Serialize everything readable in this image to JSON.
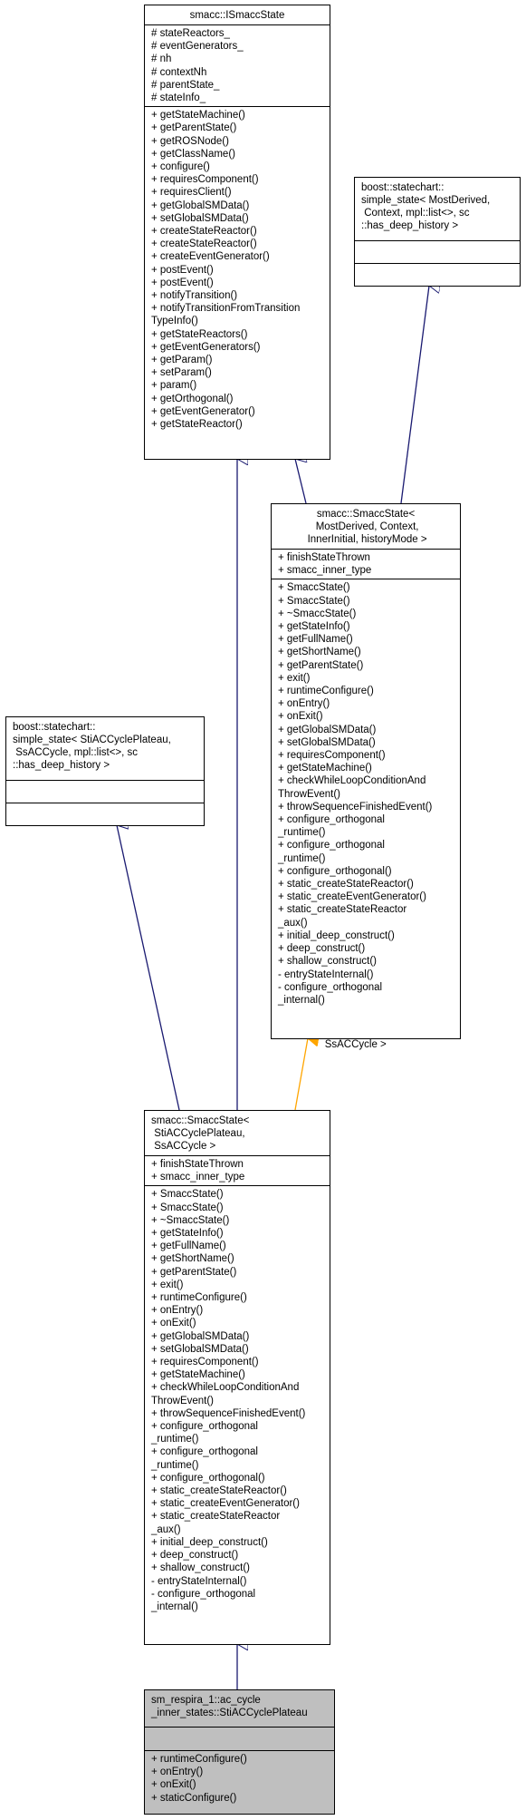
{
  "classes": {
    "ismacc": {
      "title": "smacc::ISmaccState",
      "attributes": [
        "# stateReactors_",
        "# eventGenerators_",
        "# nh",
        "# contextNh",
        "# parentState_",
        "# stateInfo_"
      ],
      "methods": [
        "+ getStateMachine()",
        "+ getParentState()",
        "+ getROSNode()",
        "+ getClassName()",
        "+ configure()",
        "+ requiresComponent()",
        "+ requiresClient()",
        "+ getGlobalSMData()",
        "+ setGlobalSMData()",
        "+ createStateReactor()",
        "+ createStateReactor()",
        "+ createEventGenerator()",
        "+ postEvent()",
        "+ postEvent()",
        "+ notifyTransition()",
        "+ notifyTransitionFromTransition",
        "TypeInfo()",
        "+ getStateReactors()",
        "+ getEventGenerators()",
        "+ getParam()",
        "+ setParam()",
        "+ param()",
        "+ getOrthogonal()",
        "+ getEventGenerator()",
        "+ getStateReactor()"
      ]
    },
    "simple_state_generic": {
      "title": "boost::statechart::\nsimple_state< MostDerived,\n Context, mpl::list<>, sc\n::has_deep_history >",
      "attributes": [],
      "methods": []
    },
    "smacc_template": {
      "title": "smacc::SmaccState<\n MostDerived, Context,\n InnerInitial, historyMode >",
      "attributes": [
        "+ finishStateThrown",
        "+ smacc_inner_type"
      ],
      "methods": [
        "+ SmaccState()",
        "+ SmaccState()",
        "+ ~SmaccState()",
        "+ getStateInfo()",
        "+ getFullName()",
        "+ getShortName()",
        "+ getParentState()",
        "+ exit()",
        "+ runtimeConfigure()",
        "+ onEntry()",
        "+ onExit()",
        "+ getGlobalSMData()",
        "+ setGlobalSMData()",
        "+ requiresComponent()",
        "+ getStateMachine()",
        "+ checkWhileLoopConditionAnd",
        "ThrowEvent()",
        "+ throwSequenceFinishedEvent()",
        "+ configure_orthogonal",
        "_runtime()",
        "+ configure_orthogonal",
        "_runtime()",
        "+ configure_orthogonal()",
        "+ static_createStateReactor()",
        "+ static_createEventGenerator()",
        "+ static_createStateReactor",
        "_aux()",
        "+ initial_deep_construct()",
        "+ deep_construct()",
        "+ shallow_construct()",
        "- entryStateInternal()",
        "- configure_orthogonal",
        "_internal()"
      ]
    },
    "simple_state_specific": {
      "title": "boost::statechart::\nsimple_state< StiACCyclePlateau,\n SsACCycle, mpl::list<>, sc\n::has_deep_history >",
      "attributes": [],
      "methods": []
    },
    "smacc_instance": {
      "title": "smacc::SmaccState<\n StiACCyclePlateau,\n SsACCycle >",
      "attributes": [
        "+ finishStateThrown",
        "+ smacc_inner_type"
      ],
      "methods": [
        "+ SmaccState()",
        "+ SmaccState()",
        "+ ~SmaccState()",
        "+ getStateInfo()",
        "+ getFullName()",
        "+ getShortName()",
        "+ getParentState()",
        "+ exit()",
        "+ runtimeConfigure()",
        "+ onEntry()",
        "+ onExit()",
        "+ getGlobalSMData()",
        "+ setGlobalSMData()",
        "+ requiresComponent()",
        "+ getStateMachine()",
        "+ checkWhileLoopConditionAnd",
        "ThrowEvent()",
        "+ throwSequenceFinishedEvent()",
        "+ configure_orthogonal",
        "_runtime()",
        "+ configure_orthogonal",
        "_runtime()",
        "+ configure_orthogonal()",
        "+ static_createStateReactor()",
        "+ static_createEventGenerator()",
        "+ static_createStateReactor",
        "_aux()",
        "+ initial_deep_construct()",
        "+ deep_construct()",
        "+ shallow_construct()",
        "- entryStateInternal()",
        "- configure_orthogonal",
        "_internal()"
      ]
    },
    "plateau": {
      "title": "sm_respira_1::ac_cycle\n_inner_states::StiACCyclePlateau",
      "attributes": [],
      "methods": [
        "+ runtimeConfigure()",
        "+ onEntry()",
        "+ onExit()",
        "+ staticConfigure()"
      ]
    }
  },
  "edge_labels": {
    "template_binding": "< StiACCyclePlateau,\n SsACCycle >"
  },
  "colors": {
    "inheritance": "#191970",
    "template": "#ffa500",
    "highlight_fill": "#bfbfbf"
  }
}
